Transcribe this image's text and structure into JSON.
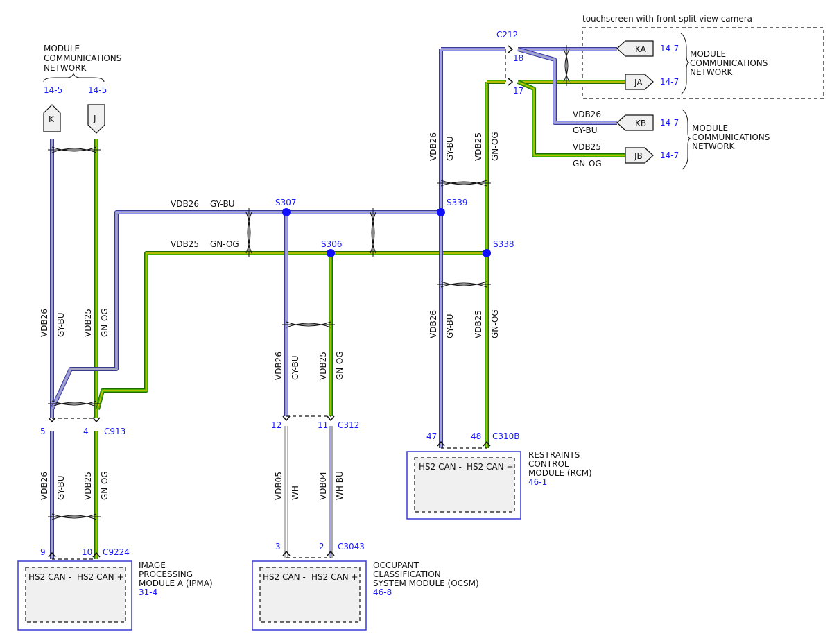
{
  "colors": {
    "gy_bu_outer": "#3a3a8c",
    "gy_bu_inner": "#8f8ff0",
    "gy_bu_core": "#b0b0b0",
    "gn_og_outer": "#1f6b00",
    "gn_og_inner": "#45b000",
    "gn_og_core": "#d9c000",
    "splice": "#1010ff",
    "label_blue": "#1a1aff"
  },
  "top_left": {
    "title_lines": [
      "MODULE",
      "COMMUNICATIONS",
      "NETWORK"
    ],
    "ref_k": "14-5",
    "ref_j": "14-5",
    "conn_k": "K",
    "conn_j": "J"
  },
  "camera": {
    "title": "touchscreen with front split view camera",
    "connector": "C212",
    "pin_18": "18",
    "pin_17": "17",
    "conn_ka": "KA",
    "conn_ja": "JA",
    "ref_ka": "14-7",
    "ref_ja": "14-7",
    "network_lines": [
      "MODULE",
      "COMMUNICATIONS",
      "NETWORK"
    ]
  },
  "right_net": {
    "conn_kb": "KB",
    "conn_jb": "JB",
    "ref_kb": "14-7",
    "ref_jb": "14-7",
    "network_lines": [
      "MODULE",
      "COMMUNICATIONS",
      "NETWORK"
    ],
    "wire_vdb26": "VDB26",
    "wire_gybu": "GY-BU",
    "wire_vdb25": "VDB25",
    "wire_gnog": "GN-OG"
  },
  "wires": {
    "vdb26": "VDB26",
    "gybu": "GY-BU",
    "vdb25": "VDB25",
    "gnog": "GN-OG",
    "vdb05": "VDB05",
    "wh": "WH",
    "vdb04": "VDB04",
    "whbu": "WH-BU"
  },
  "splices": {
    "s307": "S307",
    "s306": "S306",
    "s339": "S339",
    "s338": "S338"
  },
  "connectors": {
    "c913": "C913",
    "c913_pin5": "5",
    "c913_pin4": "4",
    "c9224": "C9224",
    "c9224_pin9": "9",
    "c9224_pin10": "10",
    "c312": "C312",
    "c312_pin12": "12",
    "c312_pin11": "11",
    "c3043": "C3043",
    "c3043_pin3": "3",
    "c3043_pin2": "2",
    "c310b": "C310B",
    "c310b_pin47": "47",
    "c310b_pin48": "48"
  },
  "modules": {
    "ipma": {
      "lines": [
        "IMAGE",
        "PROCESSING",
        "MODULE A (IPMA)"
      ],
      "ref": "31-4",
      "pin_neg": "HS2 CAN -",
      "pin_pos": "HS2 CAN +"
    },
    "ocsm": {
      "lines": [
        "OCCUPANT",
        "CLASSIFICATION",
        "SYSTEM MODULE (OCSM)"
      ],
      "ref": "46-8",
      "pin_neg": "HS2 CAN -",
      "pin_pos": "HS2 CAN +"
    },
    "rcm": {
      "lines": [
        "RESTRAINTS",
        "CONTROL",
        "MODULE (RCM)"
      ],
      "ref": "46-1",
      "pin_neg": "HS2 CAN -",
      "pin_pos": "HS2 CAN +"
    }
  }
}
